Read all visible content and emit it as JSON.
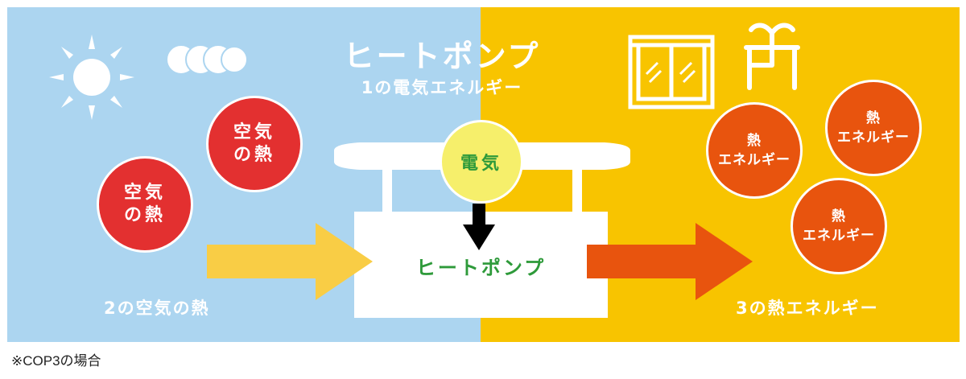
{
  "diagram": {
    "title": "ヒートポンプ",
    "subtitle": "1の電気エネルギー",
    "air_heat_circles": [
      "空気\nの熱",
      "空気\nの熱"
    ],
    "electricity_label": "電気",
    "heat_pump_label": "ヒートポンプ",
    "heat_energy_circles": [
      "熱\nエネルギー",
      "熱\nエネルギー",
      "熱\nエネルギー"
    ],
    "input_label": "2の空気の熱",
    "output_label": "3の熱エネルギー"
  },
  "footnote": "※COP3の場合",
  "colors": {
    "sky_blue": "#acd5f0",
    "yellow": "#f8c400",
    "air_red": "#e33030",
    "heat_orange": "#e8540e",
    "input_arrow": "#f9cd45",
    "output_arrow": "#e8540e",
    "electric_yellow": "#f6ef6b",
    "label_green": "#2e9a3a"
  },
  "icons": [
    "sun-icon",
    "cloud-icon",
    "window-icon",
    "faucet-icon",
    "down-arrow-icon",
    "right-arrow-icon"
  ]
}
